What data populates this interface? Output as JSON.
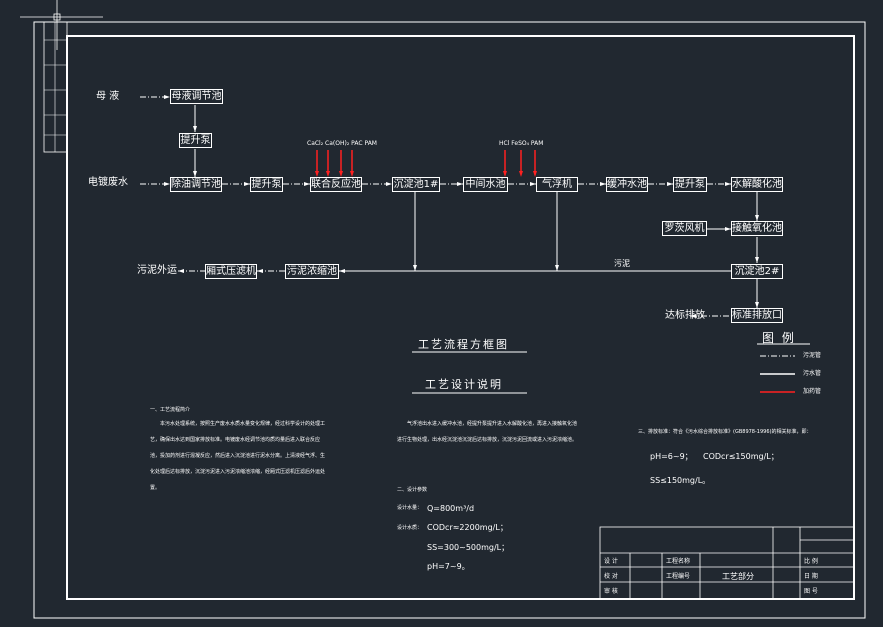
{
  "boxes": {
    "mother_tank": "母液调节池",
    "lift_pump_1": "提升泵",
    "chrome_tank": "除油调节池",
    "lift_pump_2": "提升泵",
    "coag_tank": "联合反应池",
    "sed_tank_1": "沉淀池1#",
    "mid_tank": "中间水池",
    "air_flot": "气浮机",
    "buffer_tank": "缓冲水池",
    "lift_pump_3": "提升泵",
    "hydro_tank": "水解酸化池",
    "blower": "罗茨风机",
    "contact_tank": "接触氧化池",
    "sed_tank_2": "沉淀池2#",
    "std_outlet": "标准排放口",
    "sludge_tank": "污泥浓缩池",
    "filter_press": "厢式压滤机"
  },
  "labels": {
    "mother_liquor": "母  液",
    "plating_ww": "电镀废水",
    "sludge_out": "污泥外运",
    "sludge": "污泥",
    "discharge": "达标排放",
    "chem_group1": "CaCl₂ Ca(OH)₂ PAC PAM",
    "chem_group2": "HCl FeSO₄ PAM"
  },
  "titles": {
    "flow_title": "工艺流程方框图",
    "design_title": "工艺设计说明",
    "legend_title": "图  例"
  },
  "legend": [
    {
      "text": "污泥管",
      "color": "#ffffff",
      "style": "dashdot"
    },
    {
      "text": "污水管",
      "color": "#ffffff",
      "style": "solid"
    },
    {
      "text": "加药管",
      "color": "#ff2020",
      "style": "solid"
    }
  ],
  "notes": {
    "s1_head": "一、工艺流程简介",
    "s1_text": "本污水处理系统，按照生产废水水质水量变化规律，经过科学设计的处理工艺，确保出水达到国家排放标准。电镀废水经调节池均质均量后进入联合反应池，投加药剂进行混凝反应，然后进入沉淀池进行泥水分离。上清液经气浮、生化处理后达标排放，沉淀污泥进入污泥浓缩池浓缩，经厢式压滤机压滤后外运处置。",
    "s2_text": "气浮池出水进入缓冲水池，经提升泵提升进入水解酸化池，再进入接触氧化池进行生物处理，出水经沉淀池沉淀后达标排放，沉淀污泥回流或进入污泥浓缩池。",
    "s2_head": "二、设计参数",
    "flow_label": "设计水量：",
    "flow_val": "Q=800m³/d",
    "quality_label": "设计水质：",
    "cod": "CODcr≈2200mg/L；",
    "ss": "SS=300~500mg/L；",
    "ph": "pH=7~9。",
    "s3_head": "三、排放标准：符合《污水综合排放标准》(GB8978-1996)的相关标准，即：",
    "s3_ph": "pH=6~9；",
    "s3_cod": "CODcr≤150mg/L；",
    "s3_ss": "SS≤150mg/L。"
  },
  "titleblock": {
    "project": "工程名称",
    "drawing": "工艺部分",
    "design": "设 计",
    "check": "校 对",
    "approve": "审 核",
    "scale": "比 例",
    "date": "日 期",
    "sheet": "图 号",
    "project_no": "工程编号"
  },
  "colors": {
    "background": "#212830",
    "line": "#ffffff",
    "dosing": "#ff2020"
  }
}
